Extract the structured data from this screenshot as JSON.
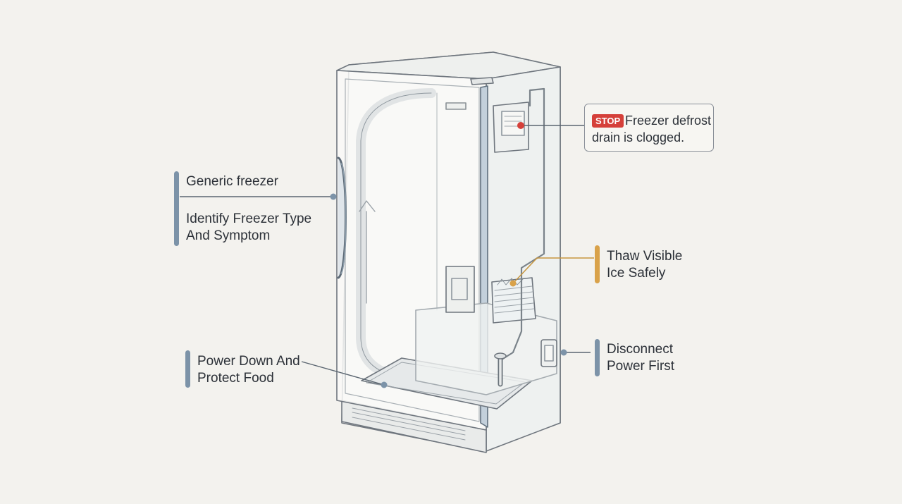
{
  "diagram": {
    "labels": {
      "generic_freezer": "Generic freezer",
      "identify": "Identify Freezer Type And Symptom",
      "power_down": "Power Down And Protect Food",
      "thaw": "Thaw Visible Ice Safely",
      "disconnect": "Disconnect Power First"
    },
    "alert": {
      "badge": "STOP",
      "text": "Freezer defrost drain is clogged."
    },
    "colors": {
      "background": "#f3f2ee",
      "accent_blue": "#7c93a8",
      "accent_amber": "#d9a24a",
      "alert_red": "#d5403a",
      "line": "#55606b"
    }
  }
}
